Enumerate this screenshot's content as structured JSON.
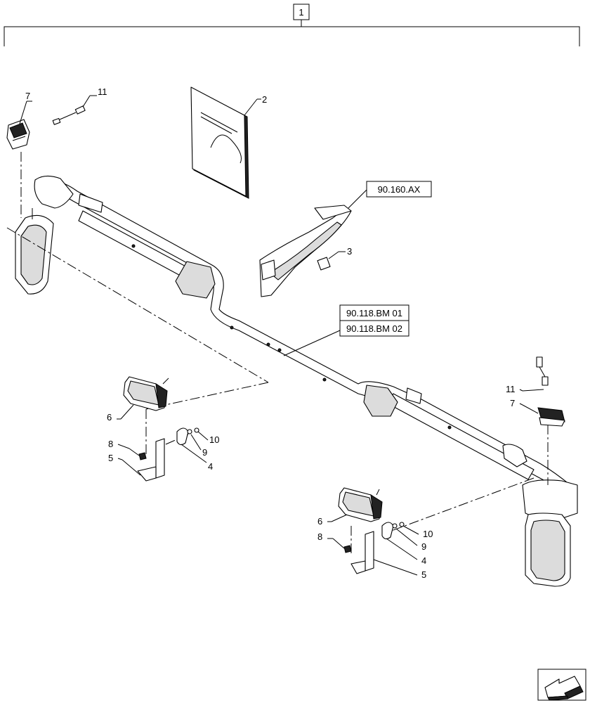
{
  "assembly": {
    "number": "1"
  },
  "references": {
    "ref_a": "90.160.AX",
    "ref_b": "90.118.BM 01",
    "ref_c": "90.118.BM 02"
  },
  "callouts": {
    "c2": "2",
    "c3": "3",
    "left_7": "7",
    "left_11": "11",
    "left_6": "6",
    "left_8": "8",
    "left_5": "5",
    "left_10": "10",
    "left_9": "9",
    "left_4": "4",
    "right_11": "11",
    "right_7": "7",
    "right_6": "6",
    "right_8": "8",
    "right_10": "10",
    "right_9": "9",
    "right_4": "4",
    "right_5": "5"
  },
  "icons": {
    "orientation": "direction-arrow-icon"
  }
}
